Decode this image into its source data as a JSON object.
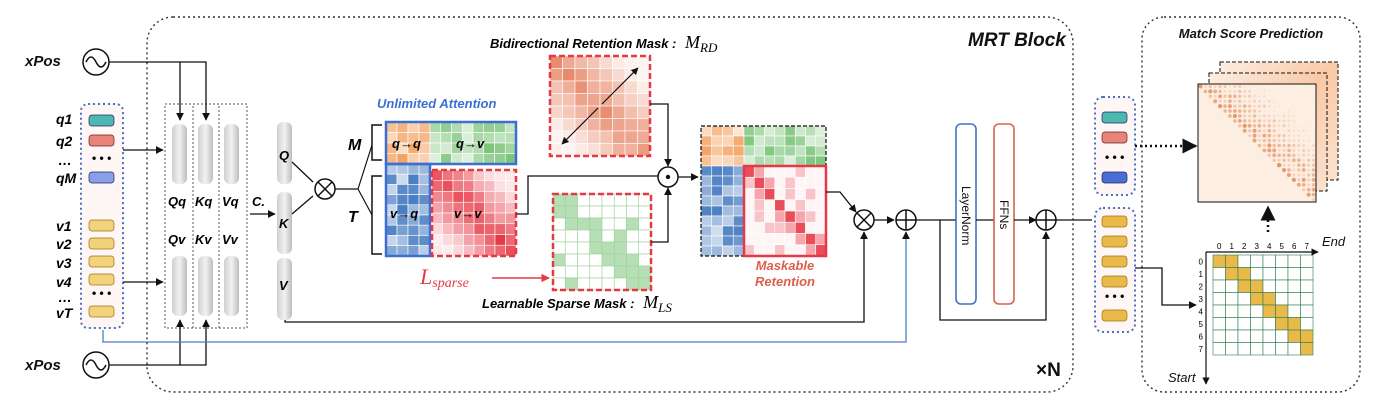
{
  "block_title": "MRT Block",
  "repeat_label": "×N",
  "side_panel_title": "Match Score Prediction",
  "xpos_label": "xPos",
  "query_tokens": [
    "q1",
    "q2",
    "…",
    "qM"
  ],
  "video_tokens": [
    "v1",
    "v2",
    "v3",
    "v4",
    "…",
    "vT"
  ],
  "projection_labels": {
    "qq": "Qq",
    "kq": "Kq",
    "vq": "Vq",
    "qv": "Qv",
    "kv": "Kv",
    "vv": "Vv"
  },
  "concat_label": "C.",
  "qkv_labels": [
    "Q",
    "K",
    "V"
  ],
  "row_group_labels": {
    "m": "M",
    "t": "T"
  },
  "attention_labels": {
    "unlimited": "Unlimited  Attention",
    "qq": "q→q",
    "qv": "q→v",
    "vq": "v→q",
    "vv": "v→v"
  },
  "masks": {
    "bidirectional_prefix": "Bidirectional Retention Mask :",
    "bidirectional_symbol": "M",
    "bidirectional_subscript": "RD",
    "sparse_prefix": "Learnable Sparse Mask :",
    "sparse_symbol": "M",
    "sparse_subscript": "LS",
    "loss_symbol": "L",
    "loss_subscript": "sparse"
  },
  "maskable_retention": [
    "Maskable",
    "Retention"
  ],
  "layernorm_label": "LayerNorm",
  "ffn_label": "FFNs",
  "grid_axis": {
    "end": "End",
    "start": "Start",
    "ticks": [
      "0",
      "1",
      "2",
      "3",
      "4",
      "5",
      "6",
      "7"
    ]
  },
  "colors": {
    "orange": "#f4a261",
    "red": "#e63946",
    "blue": "#4a7ec2",
    "green": "#7cc47a",
    "gold": "#e9b949",
    "teal": "#4cb9b0",
    "gridgreen": "#2e7d4f",
    "lnblue": "#4472c4",
    "ffnred": "#d9604c"
  }
}
